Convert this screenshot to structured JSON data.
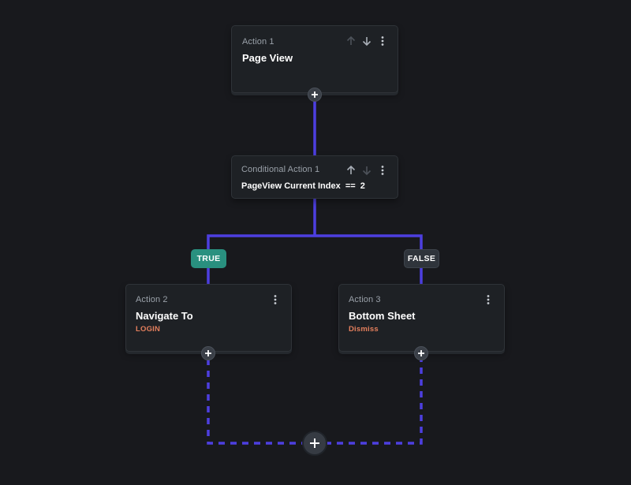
{
  "colors": {
    "background": "#18191d",
    "card": "#1e2125",
    "connector": "#4d3fe0",
    "true_badge": "#29907f",
    "false_badge": "#2f343b",
    "subtitle": "#e47f5d"
  },
  "nodes": {
    "action1": {
      "kicker": "Action 1",
      "title": "Page View"
    },
    "conditional": {
      "kicker": "Conditional Action 1",
      "condition": "PageView Current Index  ==  2"
    },
    "action2": {
      "kicker": "Action 2",
      "title": "Navigate To",
      "subtitle": "LOGIN"
    },
    "action3": {
      "kicker": "Action 3",
      "title": "Bottom Sheet",
      "subtitle": "Dismiss"
    }
  },
  "branches": {
    "true_label": "TRUE",
    "false_label": "FALSE"
  },
  "icons": {
    "move_up": "arrow-up-icon",
    "move_down": "arrow-down-icon",
    "more": "more-vertical-icon",
    "add": "plus-icon"
  }
}
